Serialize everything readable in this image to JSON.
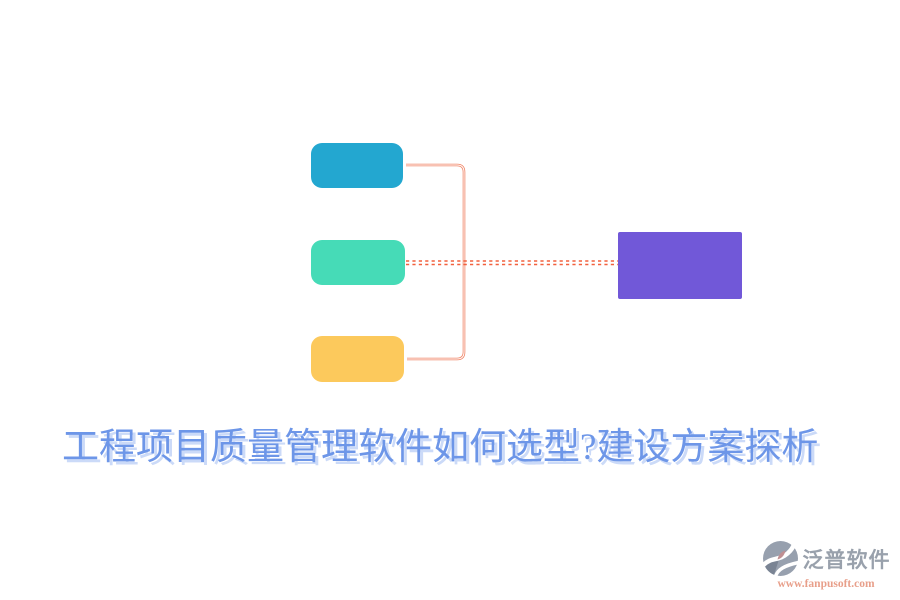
{
  "page": {
    "background_color": "#FFFFFF"
  },
  "title": {
    "text": "工程项目质量管理软件如何选型?建设方案探析",
    "color": "#6D96E8",
    "shadow_color": "#CBDAF8"
  },
  "diagram": {
    "nodes": [
      {
        "id": "top",
        "label": "",
        "color": "#23A7D0"
      },
      {
        "id": "middle",
        "label": "",
        "color": "#46DBB7"
      },
      {
        "id": "bottom",
        "label": "",
        "color": "#FCC95C"
      },
      {
        "id": "result",
        "label": "",
        "color": "#7158D8"
      }
    ],
    "connector_color": "#F08364",
    "connector_core_color": "#FFFFFF",
    "dashed_connector_color": "#F2613E"
  },
  "watermark": {
    "brand": "泛普软件",
    "brand_color": "#99A1AC",
    "url": "www.fanpusoft.com",
    "url_color": "#E89F8A",
    "logo_colors": {
      "base": "#97A0AE",
      "dark": "#7A8494",
      "accent": "#C08F92",
      "cut": "#FFFFFF"
    }
  }
}
